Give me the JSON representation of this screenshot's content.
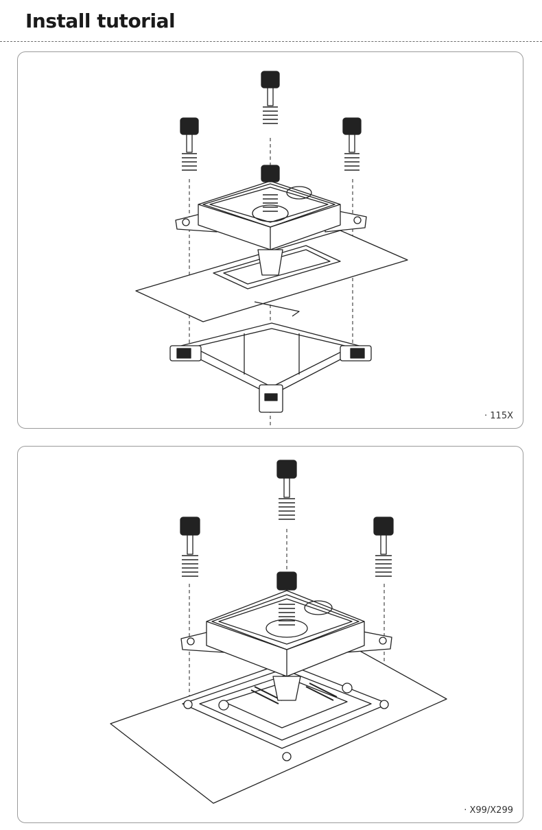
{
  "page": {
    "title": "Install tutorial"
  },
  "panels": [
    {
      "caption": "· 115X"
    },
    {
      "caption": "· X99/X299"
    }
  ]
}
